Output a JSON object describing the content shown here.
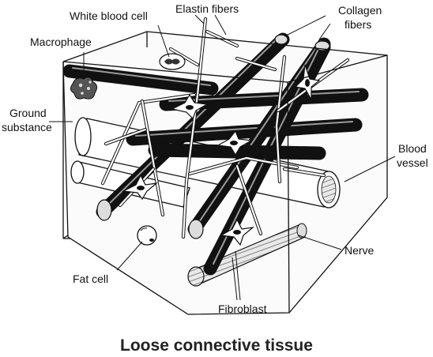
{
  "labels": {
    "white_blood_cell": "White blood cell",
    "elastin_fibers": "Elastin fibers",
    "collagen_fibers_line1": "Collagen",
    "collagen_fibers_line2": "fibers",
    "macrophage": "Macrophage",
    "ground_substance_line1": "Ground",
    "ground_substance_line2": "substance",
    "blood_vessel_line1": "Blood",
    "blood_vessel_line2": "vessel",
    "nerve": "Nerve",
    "fat_cell": "Fat cell",
    "fibroblast": "Fibroblast"
  },
  "caption": "Loose connective tissue"
}
